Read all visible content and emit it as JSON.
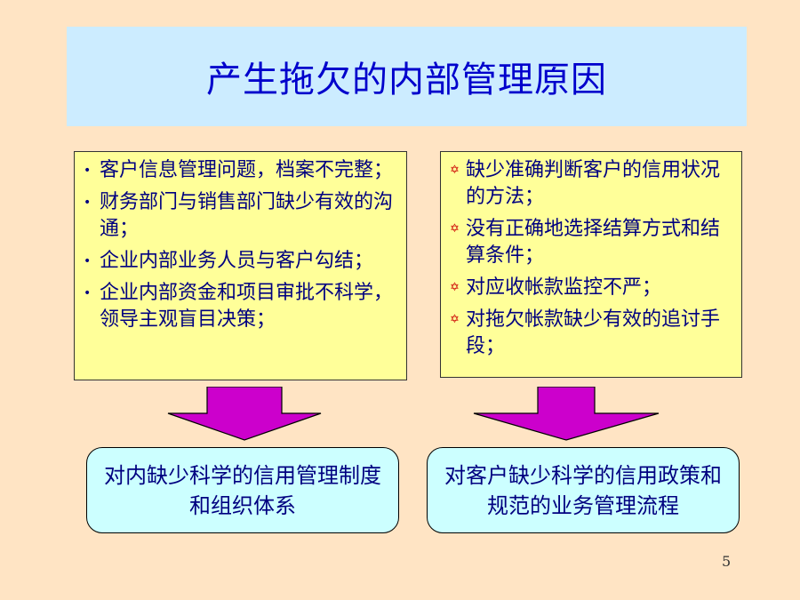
{
  "slide": {
    "title": "产生拖欠的内部管理原因",
    "page_number": "5"
  },
  "left_panel": {
    "items": [
      "客户信息管理问题，档案不完整；",
      "财务部门与销售部门缺少有效的沟通；",
      "企业内部业务人员与客户勾结；",
      "企业内部资金和项目审批不科学，领导主观盲目决策；"
    ]
  },
  "right_panel": {
    "items": [
      "缺少准确判断客户的信用状况的方法；",
      "没有正确地选择结算方式和结算条件；",
      "对应收帐款监控不严；",
      "对拖欠帐款缺少有效的追讨手段；"
    ]
  },
  "results": {
    "left": "对内缺少科学的信用管理制度和组织体系",
    "right": "对客户缺少科学的信用政策和规范的业务管理流程"
  },
  "colors": {
    "background": "#FFE4C4",
    "title_bar": "#CCECFF",
    "panel": "#FFFF99",
    "result_box": "#CCFFFF",
    "arrow": "#CC00CC",
    "star_bullet": "#CC0000"
  },
  "icons": {
    "left_bullet": "dot-bullet-icon",
    "right_bullet": "star-of-david-bullet-icon",
    "arrow": "down-arrow-icon"
  }
}
